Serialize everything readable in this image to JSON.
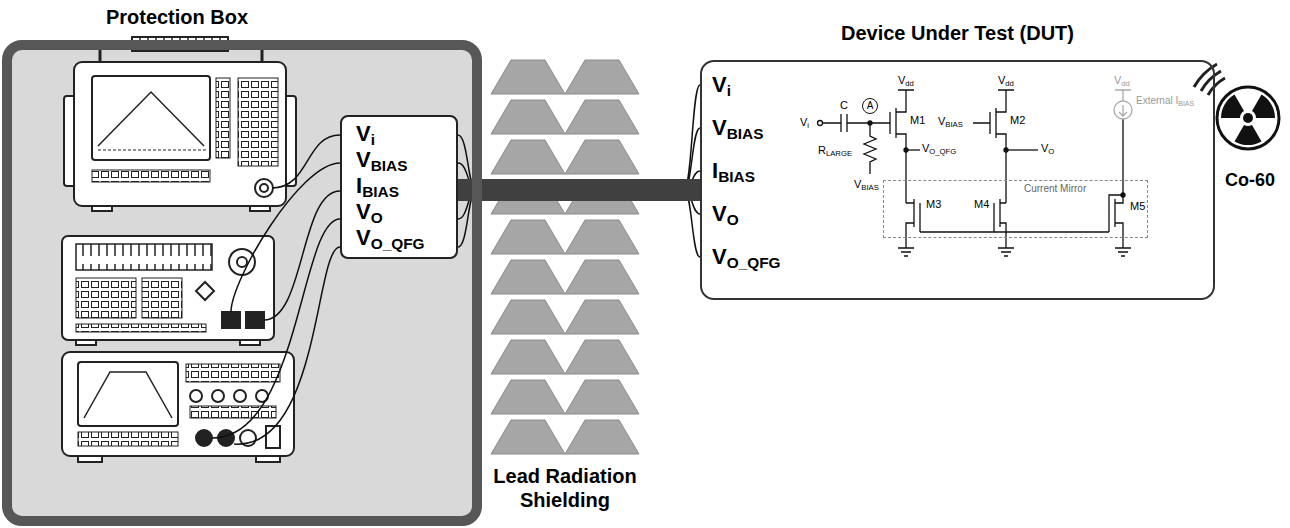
{
  "diagram": {
    "nodes": [
      {
        "text": [
          "Protection Box"
        ]
      },
      {
        "text": [
          "Vi",
          "VBIAS",
          "IBIAS",
          "VO",
          "VO_QFG"
        ],
        "in": 0
      },
      {
        "text": [
          "Device Under Test (DUT)",
          "Vi",
          "VBIAS",
          "IBIAS",
          "VO",
          "VO_QFG"
        ]
      },
      {
        "text": [
          "A"
        ],
        "in": 2
      },
      {
        "text": [
          "Current Mirror"
        ],
        "in": 2
      }
    ],
    "edges": [
      {
        "from": 1,
        "to": 2,
        "arrow": "none"
      }
    ],
    "labels": [
      "Lead Radiation Shielding",
      "Co-60",
      "Vdd",
      "Vdd",
      "Vdd",
      "Vi",
      "C",
      "M1",
      "VO_QFG",
      "RLARGE",
      "VBIAS",
      "VBIAS",
      "M2",
      "VO",
      "External IBIAS",
      "M3",
      "M4",
      "M5"
    ]
  }
}
